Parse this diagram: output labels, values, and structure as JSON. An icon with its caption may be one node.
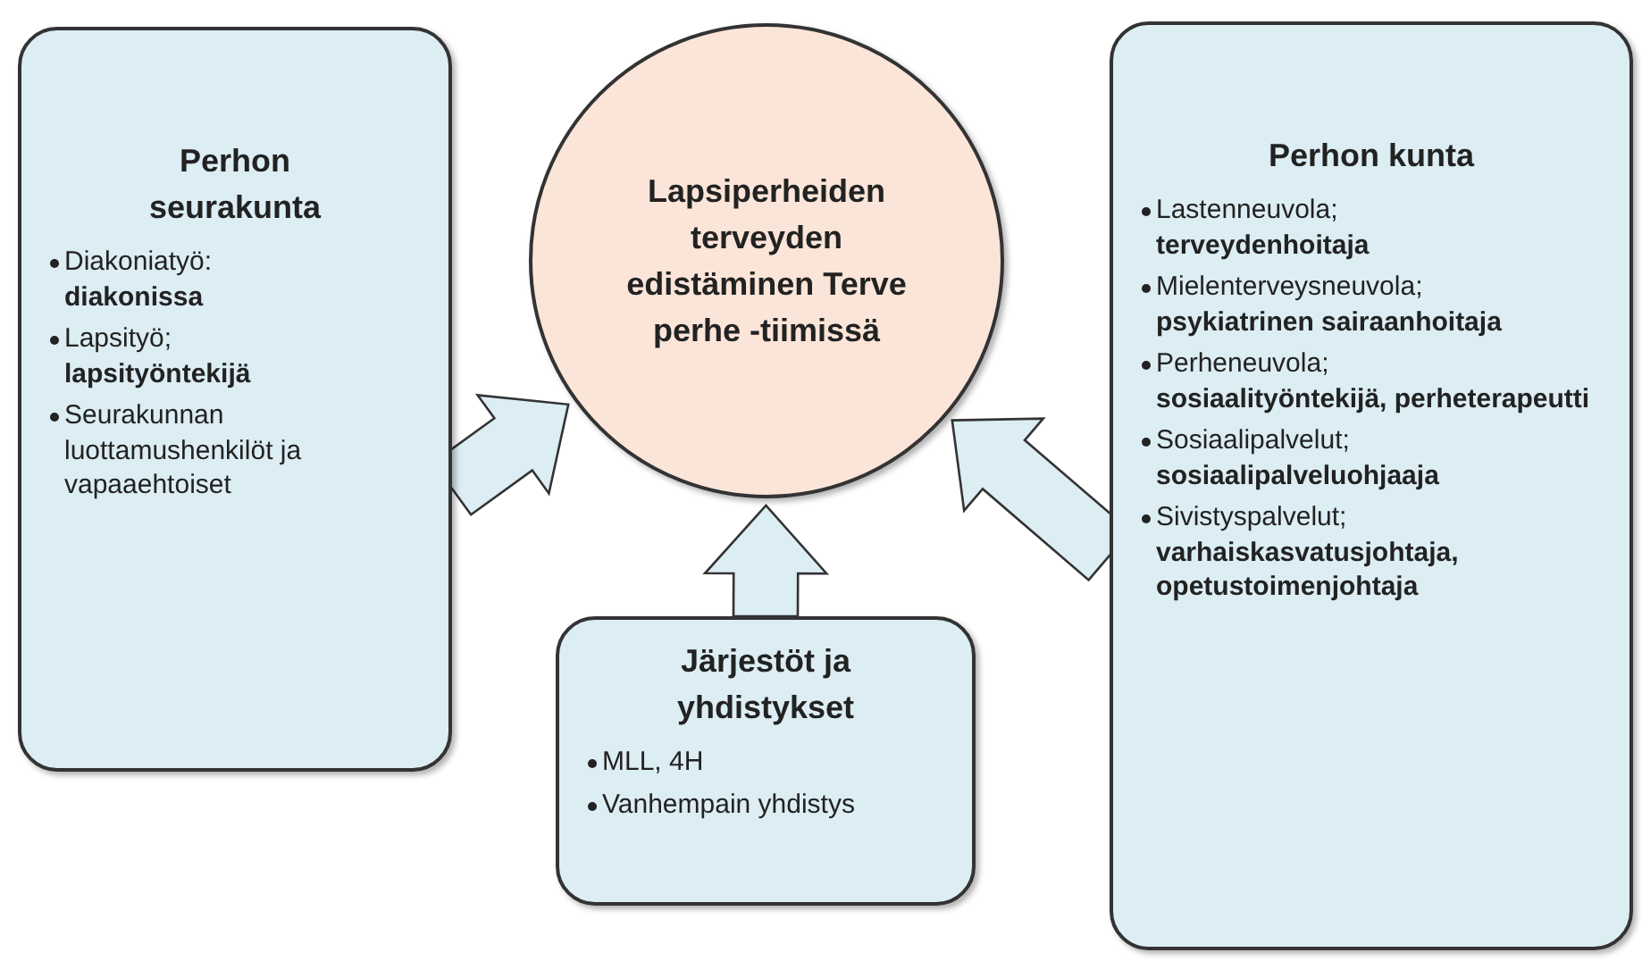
{
  "diagram": {
    "nodes": [
      {
        "text": [
          "Lapsiperheiden terveyden edistäminen Terve perhe -tiimissä"
        ]
      },
      {
        "text": [
          "Perhon seurakunta",
          "Diakoniatyö: **diakonissa**",
          "Lapsityö; **lapsityöntekijä**",
          "Seurakunnan luottamushenkilöt ja vapaaehtoiset"
        ]
      },
      {
        "text": [
          "Järjestöt ja yhdistykset",
          "MLL, 4H",
          "Vanhempain yhdistys"
        ]
      },
      {
        "text": [
          "Perhon kunta",
          "Lastenneuvola; **terveydenhoitaja**",
          "Mielenterveysneuvola; **psykiatrinen sairaanhoitaja**",
          "Perheneuvola; **sosiaalityöntekijä, perheterapeutti**",
          "Sosiaalipalvelut; **sosiaalipalveluohjaaja**",
          "Sivistyspalvelut; **varhaiskasvatusjohtaja, opetustoimenjohtaja**"
        ]
      }
    ],
    "edges": [
      {
        "from": 1,
        "to": 0,
        "arrow": "to",
        "style": "thick"
      },
      {
        "from": 2,
        "to": 0,
        "arrow": "to",
        "style": "thick"
      },
      {
        "from": 3,
        "to": 0,
        "arrow": "to",
        "style": "thick"
      }
    ]
  }
}
